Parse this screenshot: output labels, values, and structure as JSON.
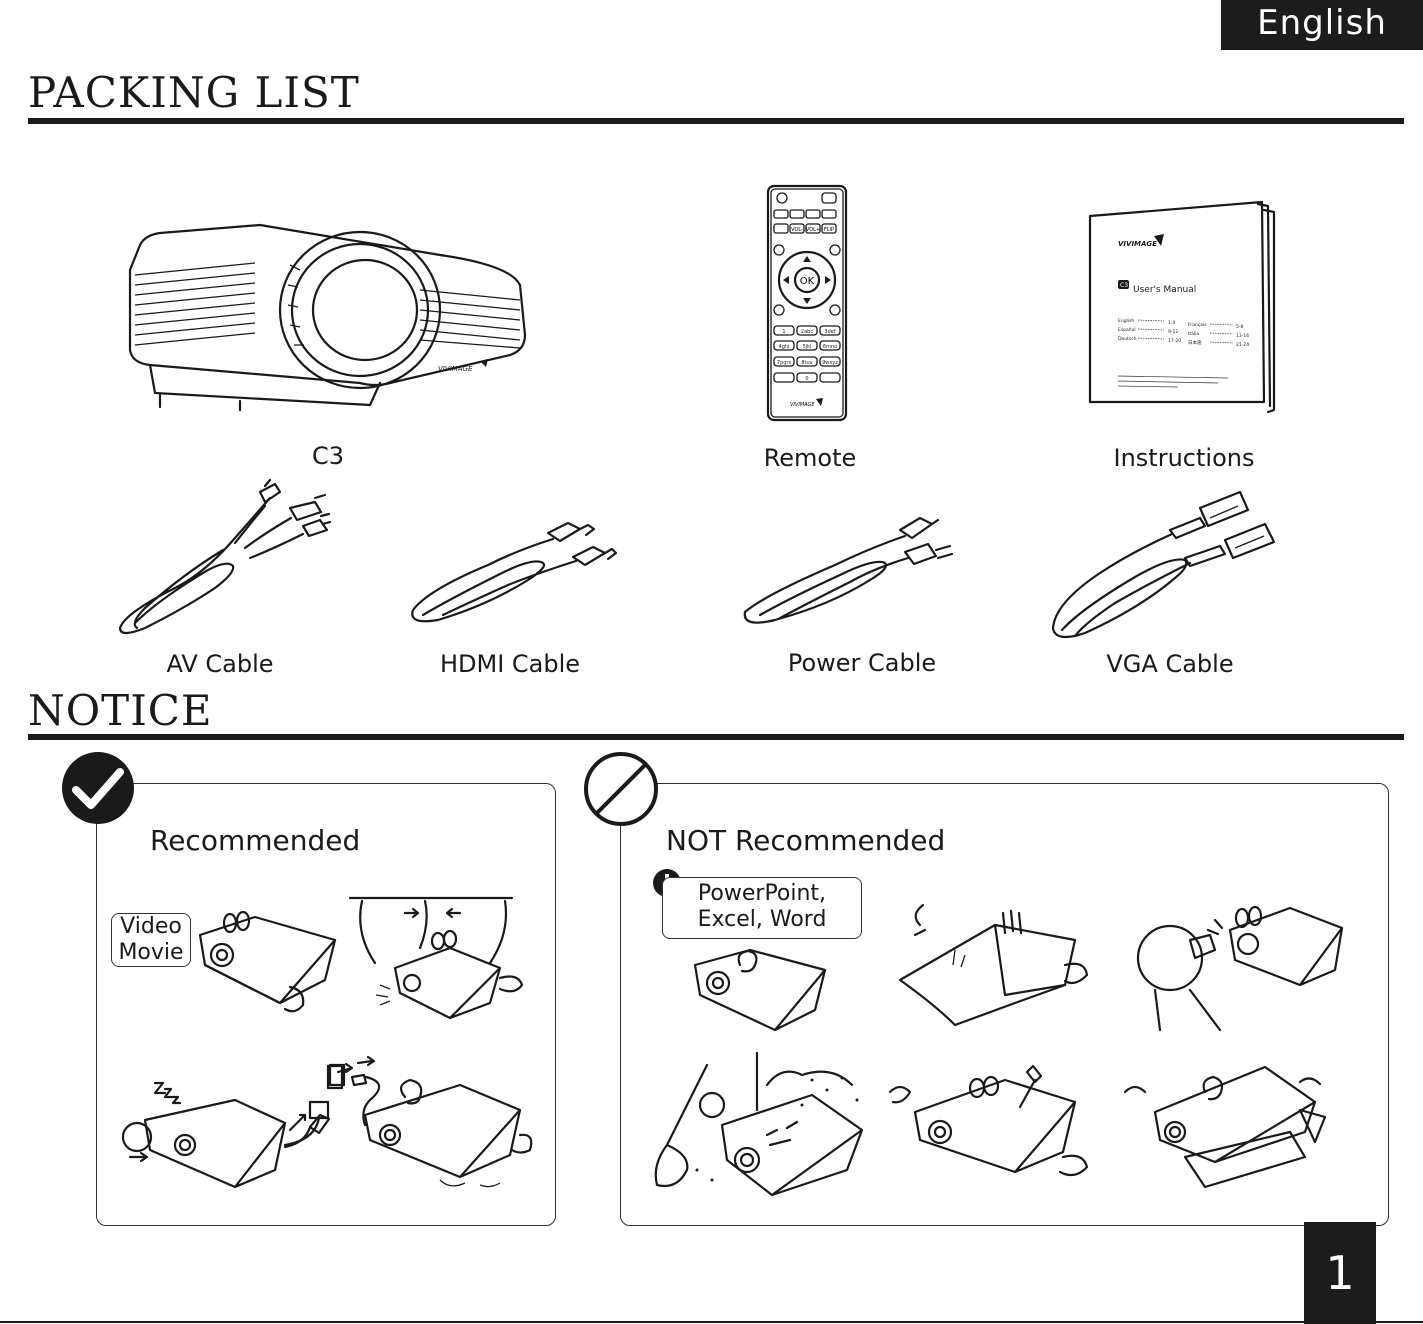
{
  "header": {
    "language": "English"
  },
  "packing_list": {
    "title": "PACKING LIST",
    "items": [
      {
        "label": "C3"
      },
      {
        "label": "Remote"
      },
      {
        "label": "Instructions"
      },
      {
        "label": "AV Cable"
      },
      {
        "label": "HDMI Cable"
      },
      {
        "label": "Power Cable"
      },
      {
        "label": "VGA Cable"
      }
    ]
  },
  "product": {
    "brand": "VIVIMAGE"
  },
  "remote_keys": {
    "ok": "OK",
    "vol_minus": "VOL-",
    "vol_plus": "VOL+",
    "flip": "FLIP",
    "k1": "1",
    "k2": "2abc",
    "k3": "3def",
    "k4": "4ghi",
    "k5": "5jkl",
    "k6": "6mno",
    "k7": "7pqrs",
    "k8": "8tuv",
    "k9": "9wxyz",
    "k0": "0"
  },
  "manual": {
    "brand": "VIVIMAGE",
    "model": "C3",
    "title": "User's Manual",
    "languages": [
      {
        "name": "English",
        "pages": "1-4"
      },
      {
        "name": "Español",
        "pages": "9-12"
      },
      {
        "name": "Deutsch",
        "pages": "17-20"
      },
      {
        "name": "Français",
        "pages": "5-8"
      },
      {
        "name": "Italia",
        "pages": "13-16"
      },
      {
        "name": "日本語",
        "pages": "21-24"
      }
    ]
  },
  "notice": {
    "title": "NOTICE",
    "recommended": {
      "title": "Recommended",
      "bubble_line1": "Video",
      "bubble_line2": "Movie"
    },
    "not_recommended": {
      "title": "NOT Recommended",
      "bubble_line1": "PowerPoint,",
      "bubble_line2": "Excel, Word"
    }
  },
  "page_number": "1"
}
